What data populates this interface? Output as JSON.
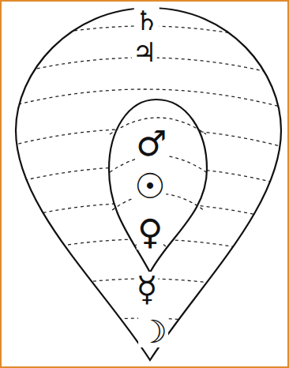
{
  "diagram": {
    "labels": [
      "♄",
      "♃",
      "♂",
      "☉",
      "♀",
      "☿",
      "☽"
    ]
  }
}
